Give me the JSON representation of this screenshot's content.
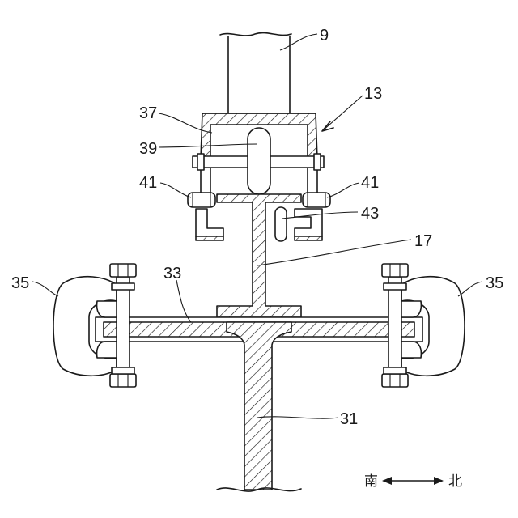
{
  "labels": {
    "post": "9",
    "hanger": "13",
    "rail": "17",
    "support_beam": "31",
    "crossbar": "33",
    "clamp": "35",
    "housing": "37",
    "roller": "39",
    "side_roller": "41",
    "guide_pin": "43"
  },
  "direction": {
    "south": "南",
    "north": "北"
  }
}
